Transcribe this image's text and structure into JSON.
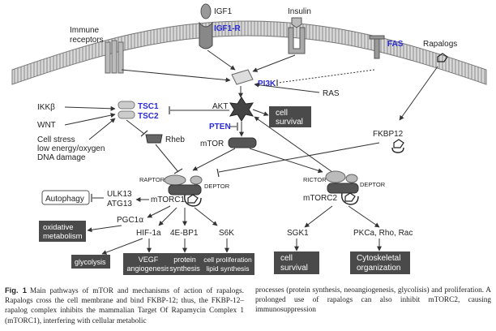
{
  "labels": {
    "igf1": "IGF1",
    "igf1r": "IGF1-R",
    "insulin": "Insulin",
    "immune_line1": "Immune",
    "immune_line2": "receptors",
    "fas": "FAS",
    "rapalogs": "Rapalogs",
    "pi3k": "PI3K",
    "ras": "RAS",
    "akt": "AKT",
    "cell_survival_akt_1": "cell",
    "cell_survival_akt_2": "survival",
    "pten": "PTEN",
    "mtor": "mTOR",
    "fkbp12": "FKBP12",
    "ikkb": "IKKβ",
    "wnt": "WNT",
    "stress_1": "Cell stress",
    "stress_2": "low energy/oxygen",
    "stress_3": "DNA damage",
    "tsc1": "TSC1",
    "tsc2": "TSC2",
    "rheb": "Rheb",
    "raptor": "RAPTOR",
    "deptor1": "DEPTOR",
    "rictor": "RICTOR",
    "deptor2": "DEPTOR",
    "mtorc1": "mTORC1",
    "mtorc2": "mTORC2",
    "autophagy": "Autophagy",
    "ulk13": "ULK13",
    "atg13": "ATG13",
    "pgc1a": "PGC1α",
    "oxidative_1": "oxidative",
    "oxidative_2": "metabolism",
    "hif1a": "HIF-1a",
    "4ebp1": "4E-BP1",
    "s6k": "S6K",
    "glycolysis": "glycolysis",
    "vegf_1": "VEGF",
    "vegf_2": "angiogenesis",
    "protein_1": "protein",
    "protein_2": "synthesis",
    "cellprolif_1": "cell proliferation",
    "cellprolif_2": "lipid synthesis",
    "sgk1": "SGK1",
    "pkca": "PKCa, Rho, Rac",
    "sgk_surv_1": "cell",
    "sgk_surv_2": "survival",
    "cyto_1": "Cytoskeletal",
    "cyto_2": "organization"
  },
  "colors": {
    "kinase_blue": "#2b2bd6",
    "dark_box": "#4a4a4a",
    "membrane": "#a8a8a8",
    "text": "#222222"
  },
  "caption": {
    "label": "Fig. 1",
    "left": "Main pathways of mTOR and mechanisms of action of rapalogs. Rapalogs cross the cell membrane and bind FKBP-12; thus, the FKBP-12–rapalog complex inhibits the mammalian Target Of Rapamycin Complex 1 (mTORC1), interfering with cellular metabolic",
    "right": "processes (protein synthesis, neoangiogenesis, glycolisis) and proliferation. A prolonged use of rapalogs can also inhibit mTORC2, causing immunosuppression"
  }
}
